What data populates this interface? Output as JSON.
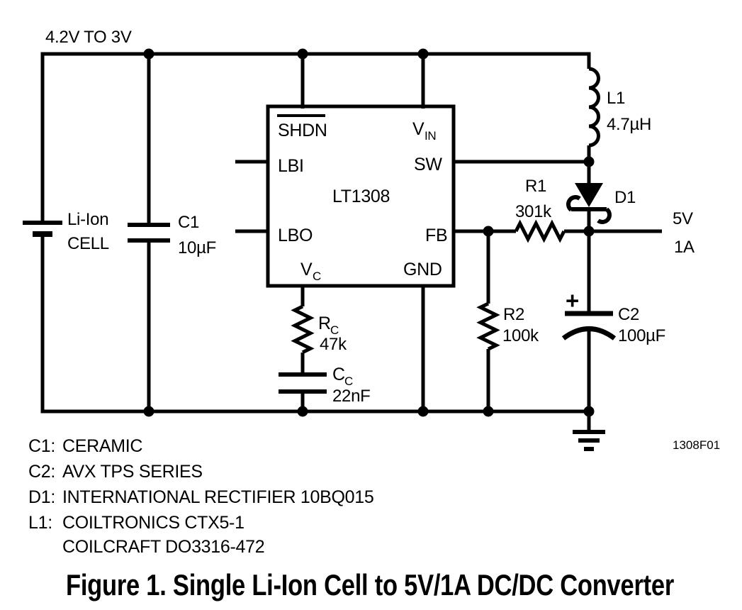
{
  "colors": {
    "ink": "#000000",
    "paper": "#ffffff"
  },
  "schematic": {
    "supply_label": "4.2V TO 3V",
    "battery": {
      "line1": "Li-Ion",
      "line2": "CELL"
    },
    "c1": {
      "ref": "C1",
      "value": "10µF"
    },
    "ic": {
      "part_number": "LT1308",
      "pins": {
        "shdn": "SHDN",
        "lbi": "LBI",
        "lbo": "LBO",
        "vc": {
          "main": "V",
          "sub": "C"
        },
        "vin": {
          "main": "V",
          "sub": "IN"
        },
        "sw": "SW",
        "fb": "FB",
        "gnd": "GND"
      }
    },
    "l1": {
      "ref": "L1",
      "value": "4.7µH"
    },
    "d1": {
      "ref": "D1"
    },
    "r1": {
      "ref": "R1",
      "value": "301k"
    },
    "r2": {
      "ref": "R2",
      "value": "100k"
    },
    "rc": {
      "ref_main": "R",
      "ref_sub": "C",
      "value": "47k"
    },
    "cc": {
      "ref_main": "C",
      "ref_sub": "C",
      "value": "22nF"
    },
    "c2": {
      "ref": "C2",
      "value": "100µF",
      "polarity": "+"
    },
    "output": {
      "voltage": "5V",
      "current": "1A"
    },
    "figure_code": "1308F01"
  },
  "notes": [
    {
      "label": "C1:",
      "text": "CERAMIC"
    },
    {
      "label": "C2:",
      "text": "AVX TPS SERIES"
    },
    {
      "label": "D1:",
      "text": "INTERNATIONAL RECTIFIER 10BQ015"
    },
    {
      "label": "L1:",
      "text": "COILTRONICS CTX5-1"
    },
    {
      "label": "",
      "text": "COILCRAFT DO3316-472"
    }
  ],
  "caption": "Figure 1. Single Li-Ion Cell to 5V/1A DC/DC Converter"
}
